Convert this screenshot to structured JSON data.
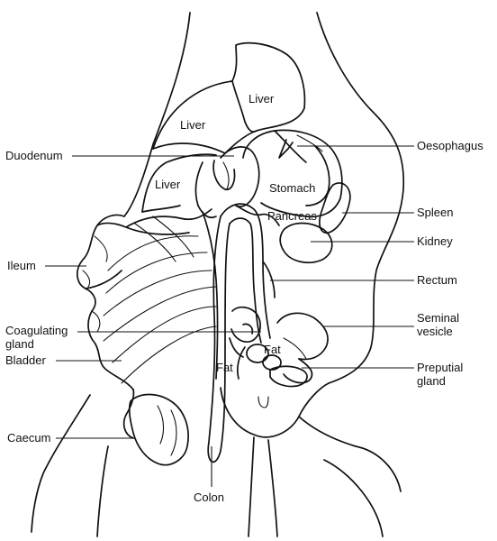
{
  "labels": {
    "liver_top": "Liver",
    "liver_left": "Liver",
    "liver_lower": "Liver",
    "stomach": "Stomach",
    "pancreas": "Pancreas",
    "fat_right": "Fat",
    "fat_left": "Fat",
    "duodenum": "Duodenum",
    "ileum": "Ileum",
    "coagulating_1": "Coagulating",
    "coagulating_2": "gland",
    "bladder": "Bladder",
    "caecum": "Caecum",
    "colon": "Colon",
    "oesophagus": "Oesophagus",
    "spleen": "Spleen",
    "kidney": "Kidney",
    "rectum": "Rectum",
    "seminal_1": "Seminal",
    "seminal_2": "vesicle",
    "preputial_1": "Preputial",
    "preputial_2": "gland"
  }
}
